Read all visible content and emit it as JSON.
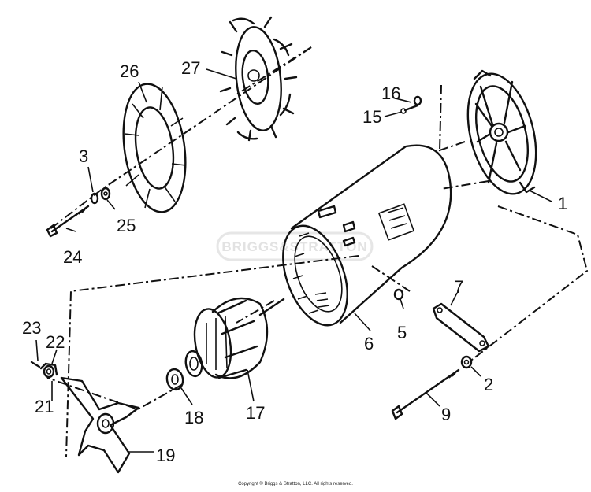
{
  "diagram": {
    "watermark": "BRIGGS&STRATTON",
    "copyright": "Copyright © Briggs & Stratton, LLC. All rights reserved.",
    "callouts": {
      "p1": "1",
      "p2": "2",
      "p3": "3",
      "p5": "5",
      "p6": "6",
      "p7": "7",
      "p9": "9",
      "p15": "15",
      "p16": "16",
      "p17": "17",
      "p18": "18",
      "p19": "19",
      "p21": "21",
      "p22": "22",
      "p23": "23",
      "p24": "24",
      "p25": "25",
      "p26": "26",
      "p27": "27"
    }
  }
}
